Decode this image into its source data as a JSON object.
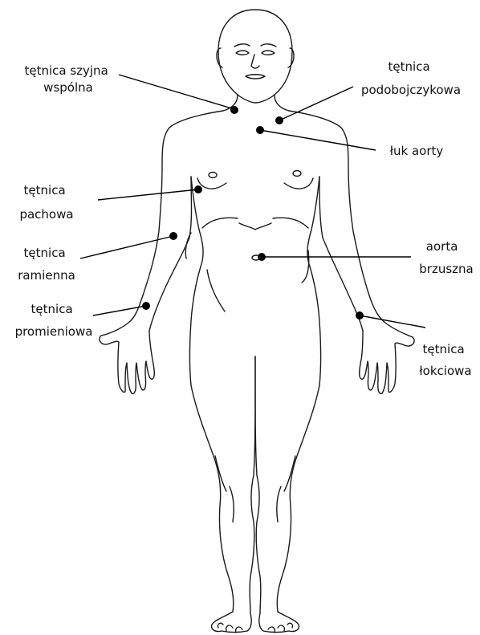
{
  "labels": {
    "carotid": [
      "tętnica szyjna",
      "wspólna"
    ],
    "subclavian": [
      "tętnica",
      "podobojczykowa"
    ],
    "aortic_arch": [
      "łuk aorty"
    ],
    "axillary": [
      "tętnica",
      "pachowa"
    ],
    "brachial": [
      "tętnica",
      "ramienna"
    ],
    "abdominal_aorta": [
      "aorta",
      "brzuszna"
    ],
    "radial": [
      "tętnica",
      "promieniowa"
    ],
    "ulnar": [
      "tętnica",
      "łokciowa"
    ]
  },
  "colors": {
    "line": "#1a1a1a",
    "marker": "#000000",
    "text": "#111111"
  }
}
